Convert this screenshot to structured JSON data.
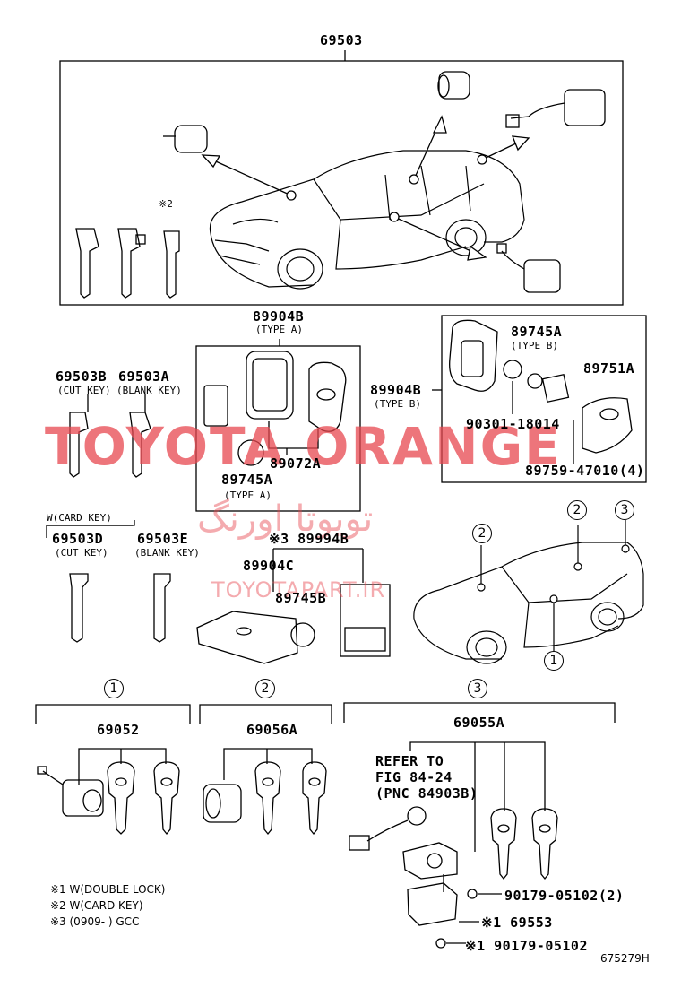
{
  "labels": {
    "top_pn": "69503",
    "k_89904b": "89904B",
    "k_89904b_type": "(TYPE A)",
    "k_69503b": "69503B",
    "k_69503b_sub": "(CUT KEY)",
    "k_69503a": "69503A",
    "k_69503a_sub": "(BLANK KEY)",
    "k_89745a_a": "89745A",
    "k_89745a_a_type": "(TYPE A)",
    "k_89072a": "89072A",
    "k_89904b_b": "89904B",
    "k_89904b_b_type": "(TYPE B)",
    "k_89745a_b": "89745A",
    "k_89745a_b_type": "(TYPE B)",
    "k_89751a": "89751A",
    "k_90301": "90301-18014",
    "k_89759": "89759-47010(4)",
    "k_w_card": "W(CARD KEY)",
    "k_69503d": "69503D",
    "k_69503d_sub": "(CUT KEY)",
    "k_69503e": "69503E",
    "k_69503e_sub": "(BLANK KEY)",
    "k_89994b": "※3 89994B",
    "k_89904c": "89904C",
    "k_89745b": "89745B",
    "k_69052": "69052",
    "k_69056a": "69056A",
    "k_69055a": "69055A",
    "k_refer1": "REFER TO",
    "k_refer2": "FIG 84-24",
    "k_refer3": "(PNC 84903B)",
    "k_90179_2": "90179-05102(2)",
    "k_69553": "※1 69553",
    "k_90179": "※1 90179-05102",
    "k_star2_small": "※2",
    "fig_code": "675279H"
  },
  "circles": [
    "1",
    "2",
    "3",
    "1",
    "2",
    "3"
  ],
  "notes": {
    "n1": "※1 W(DOUBLE LOCK)",
    "n2": "※2 W(CARD KEY)",
    "n3": "※3 (0909-      ) GCC"
  },
  "watermark": {
    "main": "TOYOTA ORANGE",
    "persian": "تویوتا اورنگ",
    "site": "TOYOTAPART.IR"
  },
  "colors": {
    "watermark_red": "#e8474f",
    "line": "#000000"
  }
}
